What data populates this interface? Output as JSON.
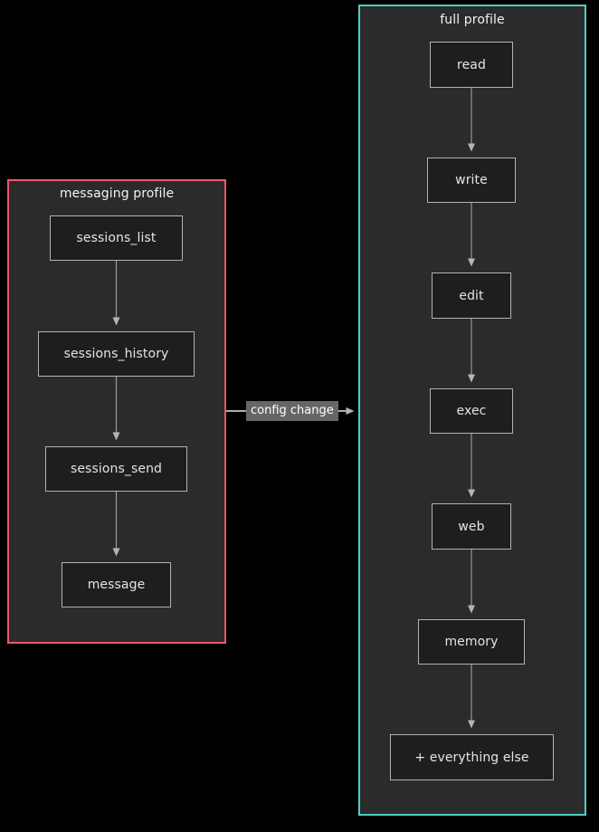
{
  "diagram": {
    "type": "flowchart",
    "background_color": "#000000",
    "clusters": [
      {
        "id": "messaging",
        "title": "messaging profile",
        "border_color": "#f0556b",
        "fill_color": "#2b2b2b",
        "nodes": [
          {
            "id": "sessions_list",
            "label": "sessions_list"
          },
          {
            "id": "sessions_history",
            "label": "sessions_history"
          },
          {
            "id": "sessions_send",
            "label": "sessions_send"
          },
          {
            "id": "message",
            "label": "message"
          }
        ]
      },
      {
        "id": "full",
        "title": "full profile",
        "border_color": "#4ecdc4",
        "fill_color": "#2b2b2b",
        "nodes": [
          {
            "id": "read",
            "label": "read"
          },
          {
            "id": "write",
            "label": "write"
          },
          {
            "id": "edit",
            "label": "edit"
          },
          {
            "id": "exec",
            "label": "exec"
          },
          {
            "id": "web",
            "label": "web"
          },
          {
            "id": "memory",
            "label": "memory"
          },
          {
            "id": "everything_else",
            "label": "+ everything else"
          }
        ]
      }
    ],
    "edges": [
      {
        "from": "sessions_list",
        "to": "sessions_history",
        "label": ""
      },
      {
        "from": "sessions_history",
        "to": "sessions_send",
        "label": ""
      },
      {
        "from": "sessions_send",
        "to": "message",
        "label": ""
      },
      {
        "from": "read",
        "to": "write",
        "label": ""
      },
      {
        "from": "write",
        "to": "edit",
        "label": ""
      },
      {
        "from": "edit",
        "to": "exec",
        "label": ""
      },
      {
        "from": "exec",
        "to": "web",
        "label": ""
      },
      {
        "from": "web",
        "to": "memory",
        "label": ""
      },
      {
        "from": "memory",
        "to": "everything_else",
        "label": ""
      },
      {
        "from": "messaging",
        "to": "full",
        "label": "config change"
      }
    ],
    "edge_label": {
      "config_change": "config change",
      "background_color": "#666666",
      "text_color": "#ffffff"
    },
    "node_style": {
      "fill_color": "#1e1e1e",
      "border_color": "#b3b3b3",
      "text_color": "#e4e4e4"
    },
    "edge_style": {
      "line_color": "#999999"
    }
  }
}
